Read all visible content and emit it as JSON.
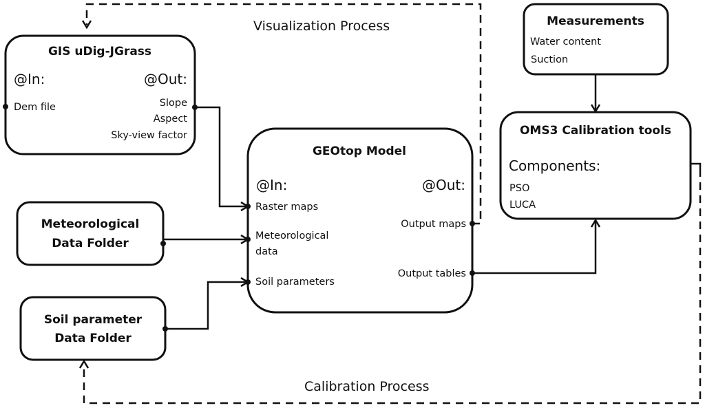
{
  "labels": {
    "visualization_process": "Visualization Process",
    "calibration_process": "Calibration Process"
  },
  "gis": {
    "title": "GIS uDig-JGrass",
    "in_header": "@In:",
    "out_header": "@Out:",
    "inputs": [
      "Dem file"
    ],
    "outputs": [
      "Slope",
      "Aspect",
      "Sky-view factor"
    ]
  },
  "meteo_folder": {
    "title_line1": "Meteorological",
    "title_line2": "Data Folder"
  },
  "soil_folder": {
    "title_line1": "Soil parameter",
    "title_line2": "Data Folder"
  },
  "geotop": {
    "title": "GEOtop Model",
    "in_header": "@In:",
    "out_header": "@Out:",
    "inputs": [
      "Raster maps",
      "Meteorological",
      "data",
      "Soil parameters"
    ],
    "outputs": [
      "Output maps",
      "Output tables"
    ]
  },
  "measurements": {
    "title": "Measurements",
    "items": [
      "Water content",
      "Suction"
    ]
  },
  "oms3": {
    "title": "OMS3 Calibration tools",
    "components_header": "Components:",
    "components": [
      "PSO",
      "LUCA"
    ]
  }
}
